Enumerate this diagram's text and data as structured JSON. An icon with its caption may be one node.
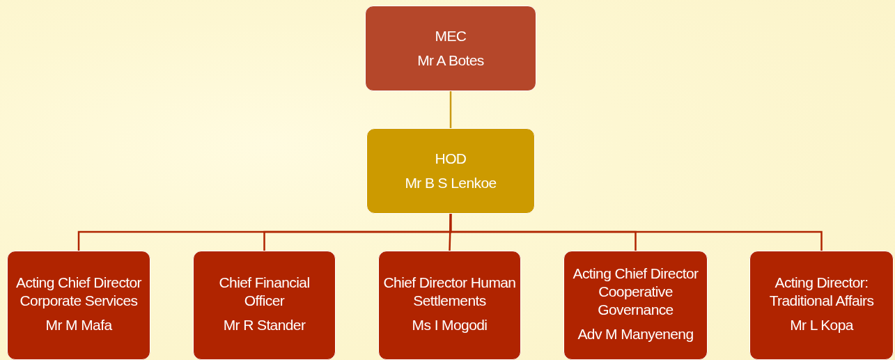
{
  "diagram": {
    "nodes": [
      {
        "text": [
          "MEC",
          "Mr A Botes"
        ]
      },
      {
        "text": [
          "HOD",
          "Mr B S Lenkoe"
        ]
      },
      {
        "text": [
          "Acting Chief Director Corporate Services",
          "Mr M Mafa"
        ]
      },
      {
        "text": [
          "Chief Financial Officer",
          "Mr R Stander"
        ]
      },
      {
        "text": [
          "Chief Director Human Settlements",
          "Ms I Mogodi"
        ]
      },
      {
        "text": [
          "Acting Chief Director Cooperative Governance",
          "Adv M Manyeneng"
        ]
      },
      {
        "text": [
          "Acting Director: Traditional Affairs",
          "Mr L Kopa"
        ]
      }
    ],
    "edges": [
      {
        "from": 0,
        "to": 1,
        "arrow": "none",
        "color": "#c99a14"
      },
      {
        "from": 1,
        "to": 2,
        "arrow": "none"
      },
      {
        "from": 1,
        "to": 3,
        "arrow": "none"
      },
      {
        "from": 1,
        "to": 4,
        "arrow": "none"
      },
      {
        "from": 1,
        "to": 5,
        "arrow": "none"
      },
      {
        "from": 1,
        "to": 6,
        "arrow": "none"
      }
    ]
  }
}
